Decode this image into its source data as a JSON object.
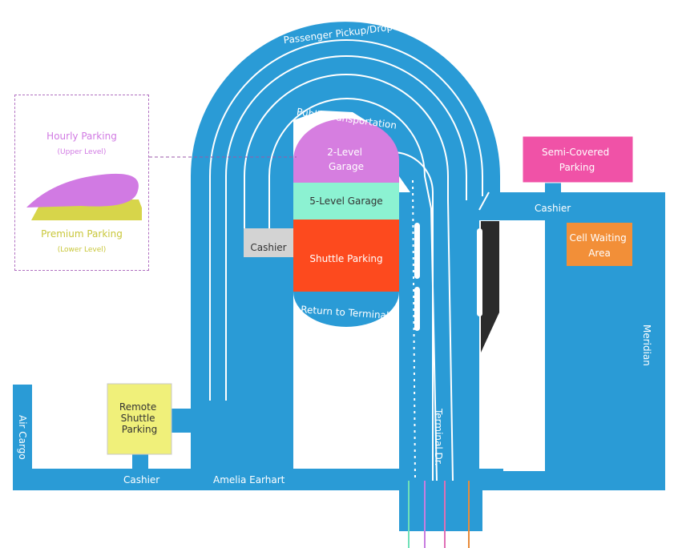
{
  "colors": {
    "road": "#2a9bd6",
    "road_line": "#ffffff",
    "garage_2_level": "#d67ee0",
    "garage_5_level": "#8cf2d2",
    "shuttle_parking": "#fd4a1e",
    "cashier_box": "#d3d3d3",
    "semi_covered": "#f052a7",
    "cell_waiting": "#f28f38",
    "remote_shuttle": "#f0f07a",
    "hourly": "#d17ae3",
    "premium": "#d7d54a",
    "dark_median": "#2b2b2b"
  },
  "labels": {
    "passenger_pickup": "Passenger Pickup/Dropoff",
    "public_transportation": "Public Transportation",
    "return_to_terminal": "Return to Terminal",
    "terminal_dr": "Terminal Dr.",
    "meridian": "Meridian",
    "amelia_earhart": "Amelia Earhart",
    "air_cargo": "Air Cargo",
    "cashier_bottom": "Cashier",
    "cashier_right": "Cashier",
    "cashier_box": "Cashier"
  },
  "parking": {
    "garage_2_level": [
      "2-Level",
      "Garage"
    ],
    "garage_5_level": "5-Level Garage",
    "shuttle_parking": "Shuttle Parking",
    "semi_covered": [
      "Semi-Covered",
      "Parking"
    ],
    "cell_waiting": [
      "Cell Waiting",
      "Area"
    ],
    "remote_shuttle": [
      "Remote",
      "Shuttle",
      "Parking"
    ]
  },
  "legend": {
    "hourly": "Hourly Parking",
    "hourly_sub": "(Upper Level)",
    "premium": "Premium Parking",
    "premium_sub": "(Lower Level)"
  }
}
